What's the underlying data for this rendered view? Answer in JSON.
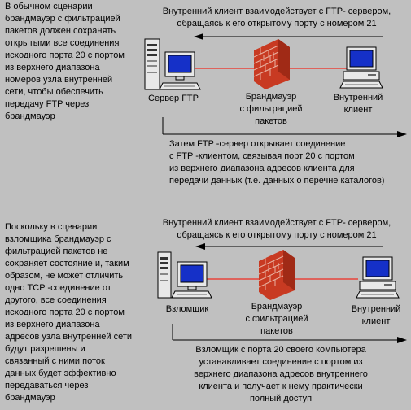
{
  "top": {
    "side_text": "В обычном сценарии\nбрандмауэр с фильтрацией\nпакетов должен сохранять\nоткрытыми все соединения\nисходного порта 20 с портом\nиз верхнего диапазона\nномеров узла внутренней\nсети, чтобы обеспечить\nпередачу FTP через\nбрандмауэр",
    "arrow1_text": "Внутренний клиент взаимодействует с FTP- сервером,\nобращаясь к его открытому порту с номером 21",
    "server_label": "Сервер FTP",
    "firewall_label": "Брандмауэр\nс фильтрацией\nпакетов",
    "client_label": "Внутренний\nклиент",
    "arrow2_text": "Затем FTP -сервер открывает соединение\nс FTP -клиентом, связывая порт 20 с портом\nиз верхнего диапазона адресов клиента для\nпередачи данных (т.е. данных о перечне каталогов)"
  },
  "bottom": {
    "side_text": "Поскольку в сценарии\nвзломщика брандмауэр с\nфильтрацией пакетов не\nсохраняет состояние и, таким\nобразом, не может отличить\nодно TCP -соединение от\nдругого, все соединения\nисходного порта 20 с портом\nиз верхнего диапазона\nадресов узла внутренней сети\nбудут разрешены и\nсвязанный с ними поток\nданных будет эффективно\nпередаваться через\nбрандмауэр",
    "arrow1_text": "Внутренний клиент взаимодействует с FTP- сервером,\nобращаясь к его открытому порту с номером 21",
    "attacker_label": "Взломщик",
    "firewall_label": "Брандмауэр\nс фильтрацией\nпакетов",
    "client_label": "Внутренний\nклиент",
    "arrow2_text": "Взломщик с порта 20 своего компьютера\nустанавливает соединение с портом из\nверхнего диапазона адресов внутреннего\nклиента и получает к нему практически\nполный доступ"
  },
  "colors": {
    "background": "#c0c0c0",
    "line_red": "#e8443a",
    "screen_blue": "#1530c8",
    "brick": "#c83a22",
    "mortar": "#e7b0a0"
  }
}
